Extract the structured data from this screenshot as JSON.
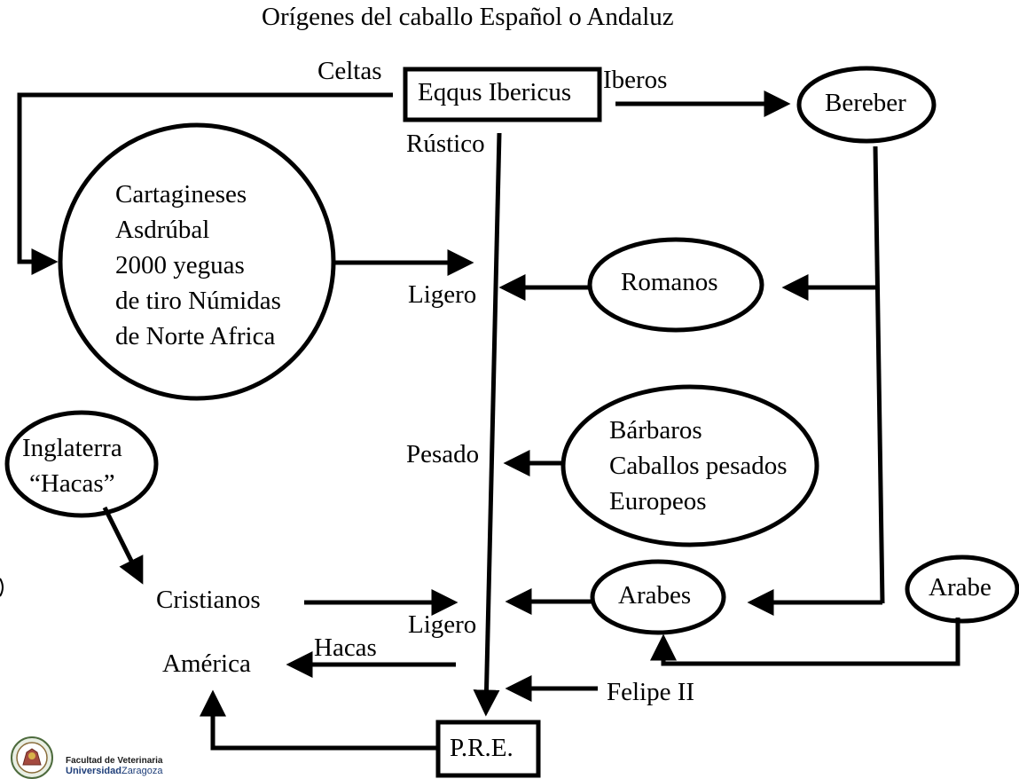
{
  "title": "Orígenes del caballo Español o Andaluz",
  "nodes": {
    "eqqus": "Eqqus Ibericus",
    "bereber": "Bereber",
    "cartagineses": [
      "Cartagineses",
      "Asdrúbal",
      "2000 yeguas",
      "de tiro Númidas",
      "de Norte Africa"
    ],
    "romanos": "Romanos",
    "inglaterra": [
      "Inglaterra",
      "“Hacas”"
    ],
    "barbaros": [
      "Bárbaros",
      "Caballos pesados",
      "Europeos"
    ],
    "arabes": "Arabes",
    "arabe": "Arabe",
    "pre": "P.R.E."
  },
  "labels": {
    "celtas": "Celtas",
    "iberos": "Iberos",
    "rustico": "Rústico",
    "ligero1": "Ligero",
    "pesado": "Pesado",
    "ligero2": "Ligero",
    "cristianos": "Cristianos",
    "hacas": "Hacas",
    "america": "América",
    "felipe": "Felipe II"
  },
  "footer": {
    "line1": "Facultad de Veterinaria",
    "line2_bold": "Universidad",
    "line2_thin": "Zaragoza"
  }
}
